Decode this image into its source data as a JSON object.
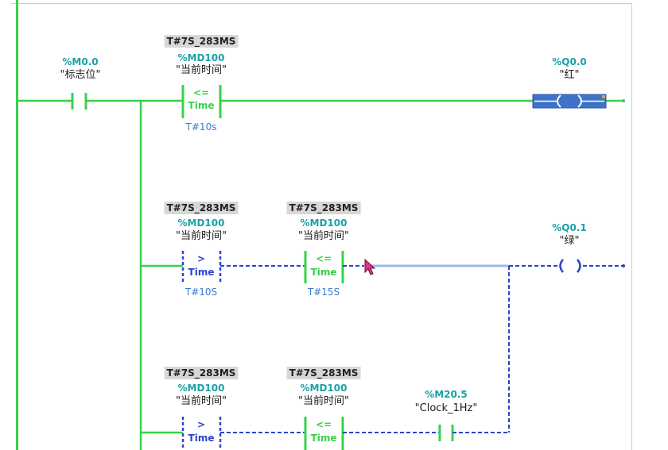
{
  "networks": [
    {
      "contact": {
        "address": "%M0.0",
        "symbol": "\"标志位\""
      },
      "compare": {
        "operand_value": "T#7S_283MS",
        "address": "%MD100",
        "symbol": "\"当前时间\"",
        "op": "<=",
        "type": "Time",
        "compare_value": "T#10s"
      },
      "coil": {
        "address": "%Q0.0",
        "symbol": "\"红\""
      }
    },
    {
      "compare1": {
        "operand_value": "T#7S_283MS",
        "address": "%MD100",
        "symbol": "\"当前时间\"",
        "op": ">",
        "type": "Time",
        "compare_value": "T#10S"
      },
      "compare2": {
        "operand_value": "T#7S_283MS",
        "address": "%MD100",
        "symbol": "\"当前时间\"",
        "op": "<=",
        "type": "Time",
        "compare_value": "T#15S"
      },
      "coil": {
        "address": "%Q0.1",
        "symbol": "\"绿\""
      }
    },
    {
      "compare1": {
        "operand_value": "T#7S_283MS",
        "address": "%MD100",
        "symbol": "\"当前时间\"",
        "op": ">",
        "type": "Time"
      },
      "compare2": {
        "operand_value": "T#7S_283MS",
        "address": "%MD100",
        "symbol": "\"当前时间\"",
        "op": "<=",
        "type": "Time"
      },
      "contact": {
        "address": "%M20.5",
        "symbol": "\"Clock_1Hz\""
      }
    }
  ],
  "colors": {
    "powered": "#38d24a",
    "unpowered": "#2a44c8",
    "selected_coil": "#3f73c7",
    "cursor": "#e0308a"
  }
}
